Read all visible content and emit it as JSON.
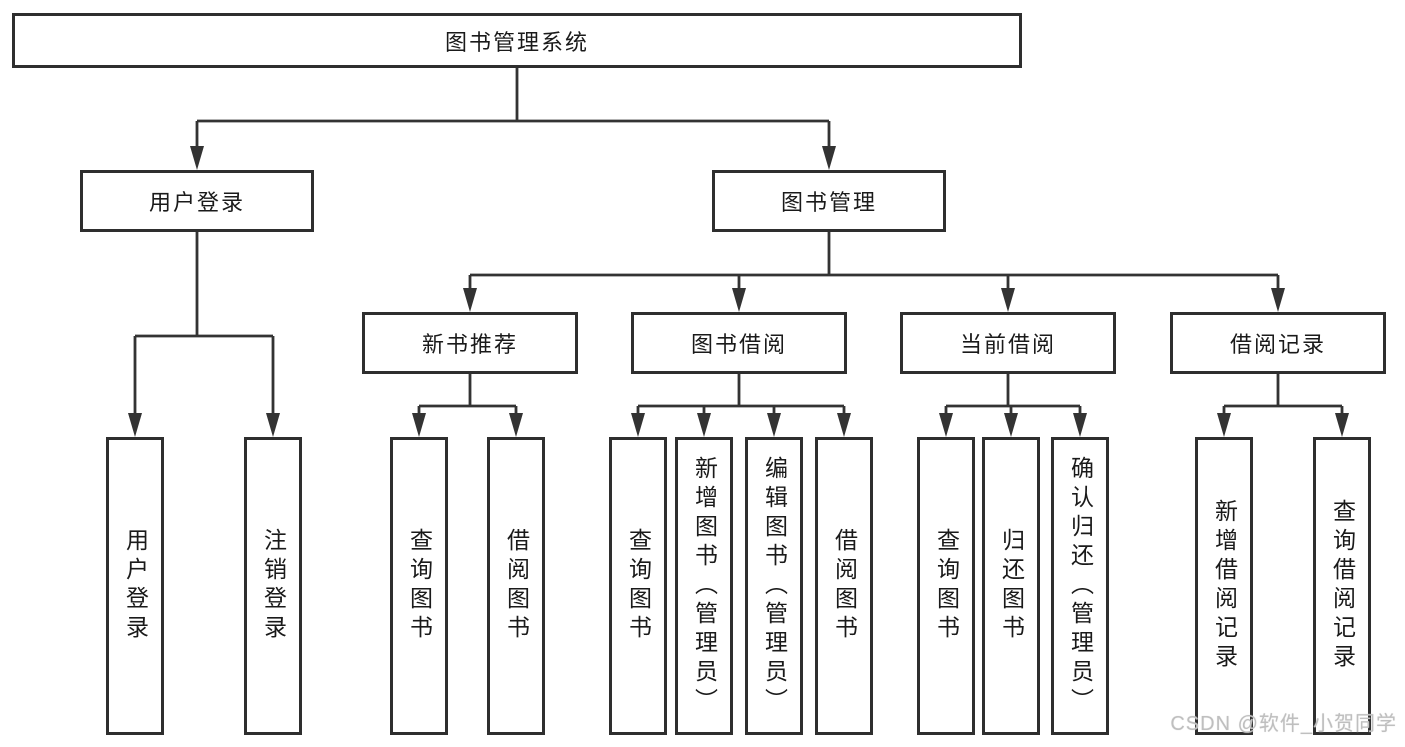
{
  "tree": {
    "root": {
      "label": "图书管理系统"
    },
    "children": [
      {
        "label": "用户登录",
        "children": [
          {
            "label": "用户登录"
          },
          {
            "label": "注销登录"
          }
        ]
      },
      {
        "label": "图书管理",
        "children": [
          {
            "label": "新书推荐",
            "children": [
              {
                "label": "查询图书"
              },
              {
                "label": "借阅图书"
              }
            ]
          },
          {
            "label": "图书借阅",
            "children": [
              {
                "label": "查询图书"
              },
              {
                "label": "新增图书（管理员）"
              },
              {
                "label": "编辑图书（管理员）"
              },
              {
                "label": "借阅图书"
              }
            ]
          },
          {
            "label": "当前借阅",
            "children": [
              {
                "label": "查询图书"
              },
              {
                "label": "归还图书"
              },
              {
                "label": "确认归还（管理员）"
              }
            ]
          },
          {
            "label": "借阅记录",
            "children": [
              {
                "label": "新增借阅记录"
              },
              {
                "label": "查询借阅记录"
              }
            ]
          }
        ]
      }
    ]
  },
  "watermark": "CSDN @软件_小贺同学",
  "colors": {
    "line": "#333333",
    "box_border": "#2e2e2e",
    "text": "#1a1a1a",
    "watermark": "#bfbfbf",
    "background": "#ffffff"
  }
}
